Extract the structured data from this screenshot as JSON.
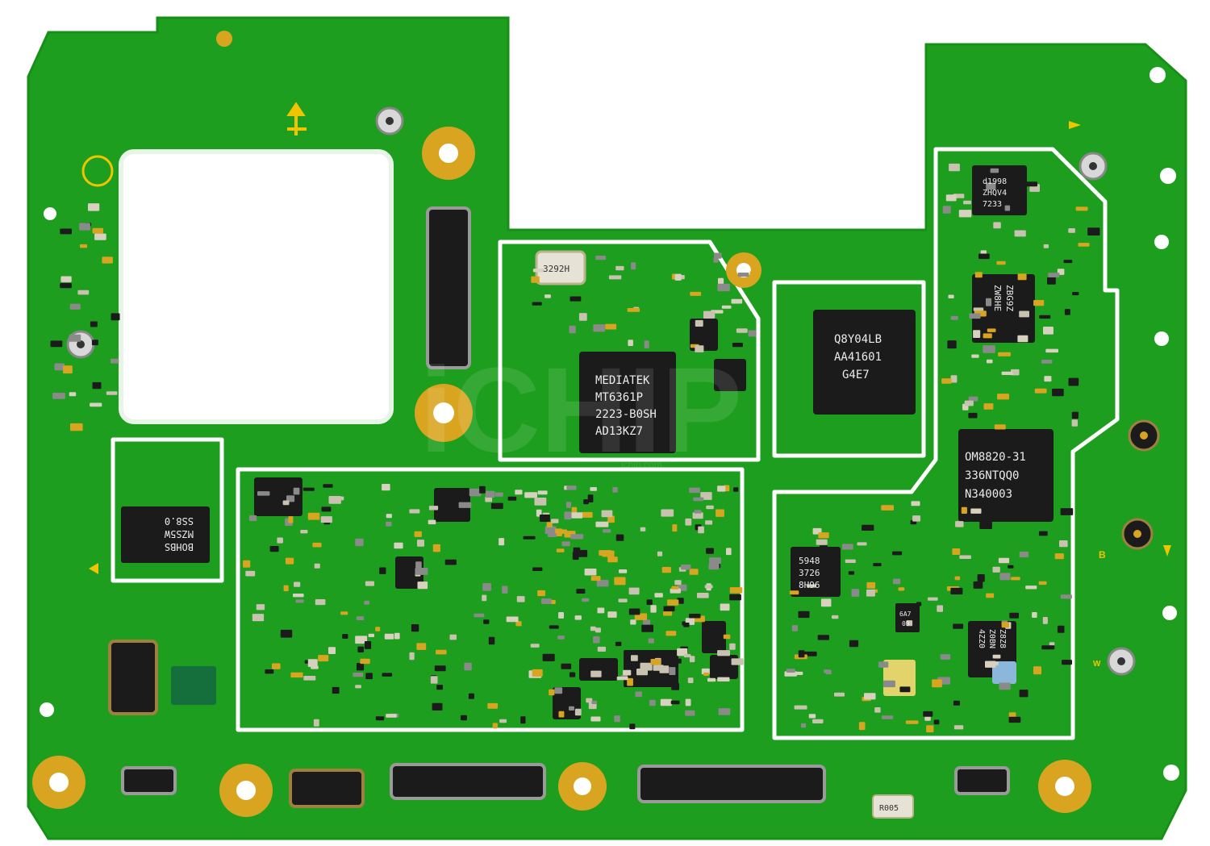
{
  "board": {
    "colors": {
      "pcb": "#1e9e1e",
      "pcb_dark": "#178a17",
      "trace": "#24b024",
      "outline": "#ffffff",
      "pad_gold": "#d9a521",
      "chip": "#1b1b1b",
      "chip_text": "#e9ece9",
      "silk": "#f0c400",
      "shield_fence": "#d27a1a",
      "cutout": "#ffffff"
    }
  },
  "chips": {
    "pmic": {
      "lines": [
        "MEDIATEK",
        "MT6361P",
        "2223-B0SH",
        "AD13KZ7"
      ]
    },
    "modem": {
      "lines": [
        "Q8Y04LB",
        "AA41601",
        "G4E7"
      ]
    },
    "rf_front": {
      "lines": [
        "OM8820-31",
        "336NTQQ0",
        "N340003"
      ]
    },
    "small_top_right": {
      "lines": [
        "d1998",
        "ZHQV4",
        "7233"
      ]
    },
    "rotated_right": {
      "lines": [
        "ZBG9Z",
        "ZW8HE"
      ]
    },
    "mid_right": {
      "lines": [
        "5948",
        "3726",
        "8H96"
      ]
    },
    "left_module": {
      "lines": [
        "BOHBS",
        "MZS5W",
        "SS8.0"
      ]
    },
    "bottom_right_small": {
      "lines": [
        "Z8Z8",
        "Z0BN",
        "4ZZ0"
      ]
    },
    "tiny_mid": {
      "lines": [
        "6A7",
        "09"
      ]
    }
  },
  "labels": {
    "crystal": "3292H",
    "resistor": "R005",
    "silk_b": "B",
    "silk_w": "W"
  },
  "watermark": {
    "text": "iCHIP",
    "url": "ichip.com"
  }
}
